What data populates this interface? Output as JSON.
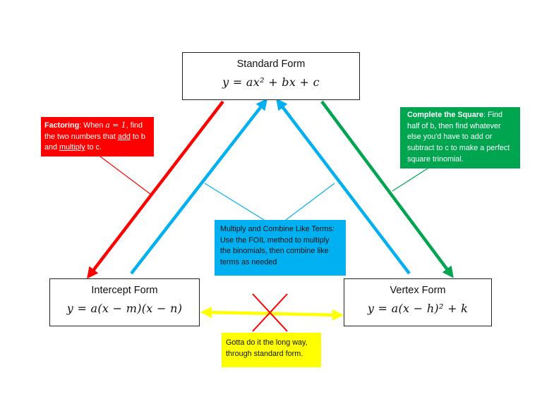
{
  "forms": {
    "standard": {
      "title": "Standard Form",
      "equation": "y = ax² + bx + c"
    },
    "intercept": {
      "title": "Intercept Form",
      "equation": "y = a(x − m)(x − n)"
    },
    "vertex": {
      "title": "Vertex Form",
      "equation": "y = a(x − h)² + k"
    }
  },
  "notes": {
    "factoring": {
      "heading": "Factoring",
      "t1": ": When ",
      "math": "a = 1",
      "t2": ", find the two numbers that ",
      "u1": "add",
      "t3": " to b and ",
      "u2": "multiply",
      "t4": " to c."
    },
    "complete_square": {
      "heading": "Complete the Square",
      "text": ": Find half of b, then find whatever else you'd have to add or subtract to c to make a perfect square trinomial."
    },
    "foil": {
      "text": "Multiply and Combine Like Terms: Use the FOIL method to multiply the binomials, then combine like terms as needed"
    },
    "long_way": {
      "text": "Gotta do it the long way, through standard form."
    }
  },
  "colors": {
    "factoring": "#ff0000",
    "complete_square": "#00a550",
    "foil": "#00b0f0",
    "long_way": "#ffff00",
    "cross": "#ff0000"
  }
}
